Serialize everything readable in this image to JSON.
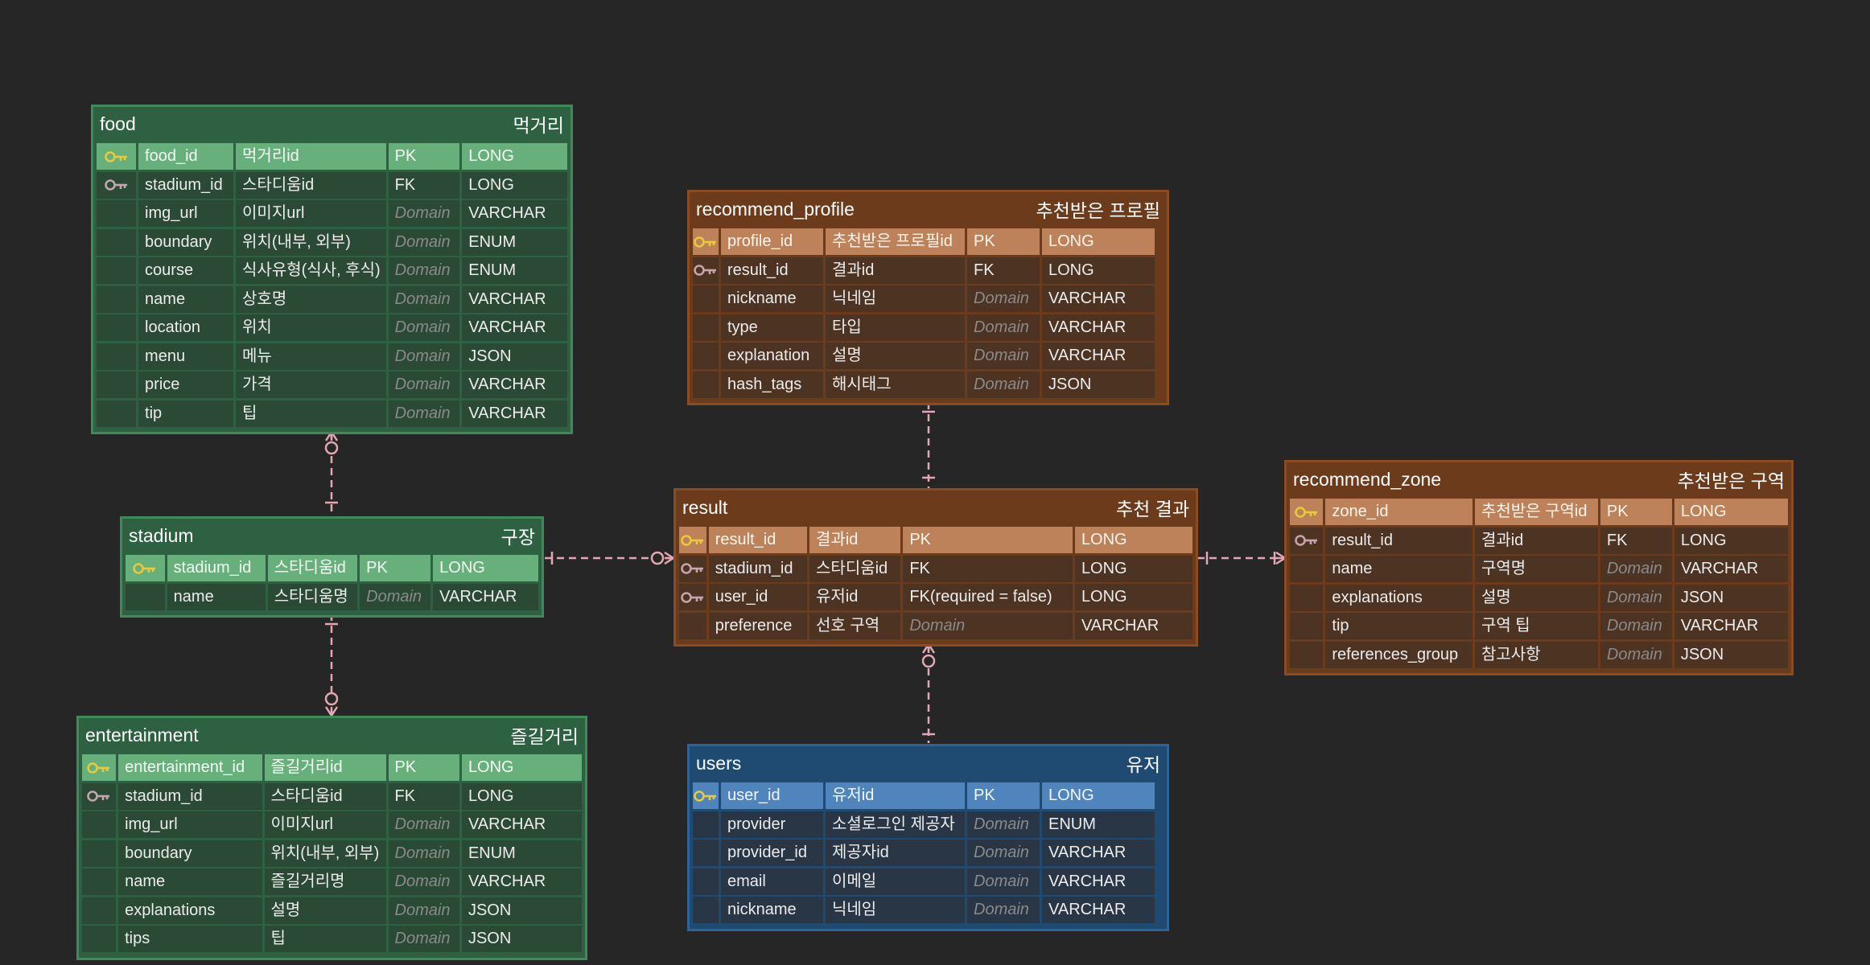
{
  "colors": {
    "background": "#262626",
    "connector": "#e3a7b4",
    "pk_key": "#e8c93a",
    "fk_key": "#c7a3ae"
  },
  "tables": [
    {
      "id": "food",
      "theme": "green",
      "name": "food",
      "label": "먹거리",
      "rows": [
        {
          "key": "pk",
          "col": "food_id",
          "desc": "먹거리id",
          "constraint": "PK",
          "type": "LONG"
        },
        {
          "key": "fk",
          "col": "stadium_id",
          "desc": "스타디움id",
          "constraint": "FK",
          "type": "LONG"
        },
        {
          "key": "",
          "col": "img_url",
          "desc": "이미지url",
          "constraint": "Domain",
          "type": "VARCHAR"
        },
        {
          "key": "",
          "col": "boundary",
          "desc": "위치(내부, 외부)",
          "constraint": "Domain",
          "type": "ENUM"
        },
        {
          "key": "",
          "col": "course",
          "desc": "식사유형(식사, 후식)",
          "constraint": "Domain",
          "type": "ENUM"
        },
        {
          "key": "",
          "col": "name",
          "desc": "상호명",
          "constraint": "Domain",
          "type": "VARCHAR"
        },
        {
          "key": "",
          "col": "location",
          "desc": "위치",
          "constraint": "Domain",
          "type": "VARCHAR"
        },
        {
          "key": "",
          "col": "menu",
          "desc": "메뉴",
          "constraint": "Domain",
          "type": "JSON"
        },
        {
          "key": "",
          "col": "price",
          "desc": "가격",
          "constraint": "Domain",
          "type": "VARCHAR"
        },
        {
          "key": "",
          "col": "tip",
          "desc": "팁",
          "constraint": "Domain",
          "type": "VARCHAR"
        }
      ]
    },
    {
      "id": "stadium",
      "theme": "green",
      "name": "stadium",
      "label": "구장",
      "rows": [
        {
          "key": "pk",
          "col": "stadium_id",
          "desc": "스타디움id",
          "constraint": "PK",
          "type": "LONG"
        },
        {
          "key": "",
          "col": "name",
          "desc": "스타디움명",
          "constraint": "Domain",
          "type": "VARCHAR"
        }
      ]
    },
    {
      "id": "entertainment",
      "theme": "green",
      "name": "entertainment",
      "label": "즐길거리",
      "rows": [
        {
          "key": "pk",
          "col": "entertainment_id",
          "desc": "즐길거리id",
          "constraint": "PK",
          "type": "LONG"
        },
        {
          "key": "fk",
          "col": "stadium_id",
          "desc": "스타디움id",
          "constraint": "FK",
          "type": "LONG"
        },
        {
          "key": "",
          "col": "img_url",
          "desc": "이미지url",
          "constraint": "Domain",
          "type": "VARCHAR"
        },
        {
          "key": "",
          "col": "boundary",
          "desc": "위치(내부, 외부)",
          "constraint": "Domain",
          "type": "ENUM"
        },
        {
          "key": "",
          "col": "name",
          "desc": "즐길거리명",
          "constraint": "Domain",
          "type": "VARCHAR"
        },
        {
          "key": "",
          "col": "explanations",
          "desc": "설명",
          "constraint": "Domain",
          "type": "JSON"
        },
        {
          "key": "",
          "col": "tips",
          "desc": "팁",
          "constraint": "Domain",
          "type": "JSON"
        }
      ]
    },
    {
      "id": "recommend_profile",
      "theme": "brown",
      "name": "recommend_profile",
      "label": "추천받은 프로필",
      "rows": [
        {
          "key": "pk",
          "col": "profile_id",
          "desc": "추천받은 프로필id",
          "constraint": "PK",
          "type": "LONG"
        },
        {
          "key": "fk",
          "col": "result_id",
          "desc": "결과id",
          "constraint": "FK",
          "type": "LONG"
        },
        {
          "key": "",
          "col": "nickname",
          "desc": "닉네임",
          "constraint": "Domain",
          "type": "VARCHAR"
        },
        {
          "key": "",
          "col": "type",
          "desc": "타입",
          "constraint": "Domain",
          "type": "VARCHAR"
        },
        {
          "key": "",
          "col": "explanation",
          "desc": "설명",
          "constraint": "Domain",
          "type": "VARCHAR"
        },
        {
          "key": "",
          "col": "hash_tags",
          "desc": "해시태그",
          "constraint": "Domain",
          "type": "JSON"
        }
      ]
    },
    {
      "id": "result",
      "theme": "brown",
      "name": "result",
      "label": "추천 결과",
      "rows": [
        {
          "key": "pk",
          "col": "result_id",
          "desc": "결과id",
          "constraint": "PK",
          "type": "LONG"
        },
        {
          "key": "fk",
          "col": "stadium_id",
          "desc": "스타디움id",
          "constraint": "FK",
          "type": "LONG"
        },
        {
          "key": "fk",
          "col": "user_id",
          "desc": "유저id",
          "constraint": "FK(required = false)",
          "type": "LONG"
        },
        {
          "key": "",
          "col": "preference",
          "desc": "선호 구역",
          "constraint": "Domain",
          "type": "VARCHAR"
        }
      ]
    },
    {
      "id": "recommend_zone",
      "theme": "brown",
      "name": "recommend_zone",
      "label": "추천받은 구역",
      "rows": [
        {
          "key": "pk",
          "col": "zone_id",
          "desc": "추천받은 구역id",
          "constraint": "PK",
          "type": "LONG"
        },
        {
          "key": "fk",
          "col": "result_id",
          "desc": "결과id",
          "constraint": "FK",
          "type": "LONG"
        },
        {
          "key": "",
          "col": "name",
          "desc": "구역명",
          "constraint": "Domain",
          "type": "VARCHAR"
        },
        {
          "key": "",
          "col": "explanations",
          "desc": "설명",
          "constraint": "Domain",
          "type": "JSON"
        },
        {
          "key": "",
          "col": "tip",
          "desc": "구역 팁",
          "constraint": "Domain",
          "type": "VARCHAR"
        },
        {
          "key": "",
          "col": "references_group",
          "desc": "참고사항",
          "constraint": "Domain",
          "type": "JSON"
        }
      ]
    },
    {
      "id": "users",
      "theme": "blue",
      "name": "users",
      "label": "유저",
      "rows": [
        {
          "key": "pk",
          "col": "user_id",
          "desc": "유저id",
          "constraint": "PK",
          "type": "LONG"
        },
        {
          "key": "",
          "col": "provider",
          "desc": "소셜로그인 제공자",
          "constraint": "Domain",
          "type": "ENUM"
        },
        {
          "key": "",
          "col": "provider_id",
          "desc": "제공자id",
          "constraint": "Domain",
          "type": "VARCHAR"
        },
        {
          "key": "",
          "col": "email",
          "desc": "이메일",
          "constraint": "Domain",
          "type": "VARCHAR"
        },
        {
          "key": "",
          "col": "nickname",
          "desc": "닉네임",
          "constraint": "Domain",
          "type": "VARCHAR"
        }
      ]
    }
  ]
}
